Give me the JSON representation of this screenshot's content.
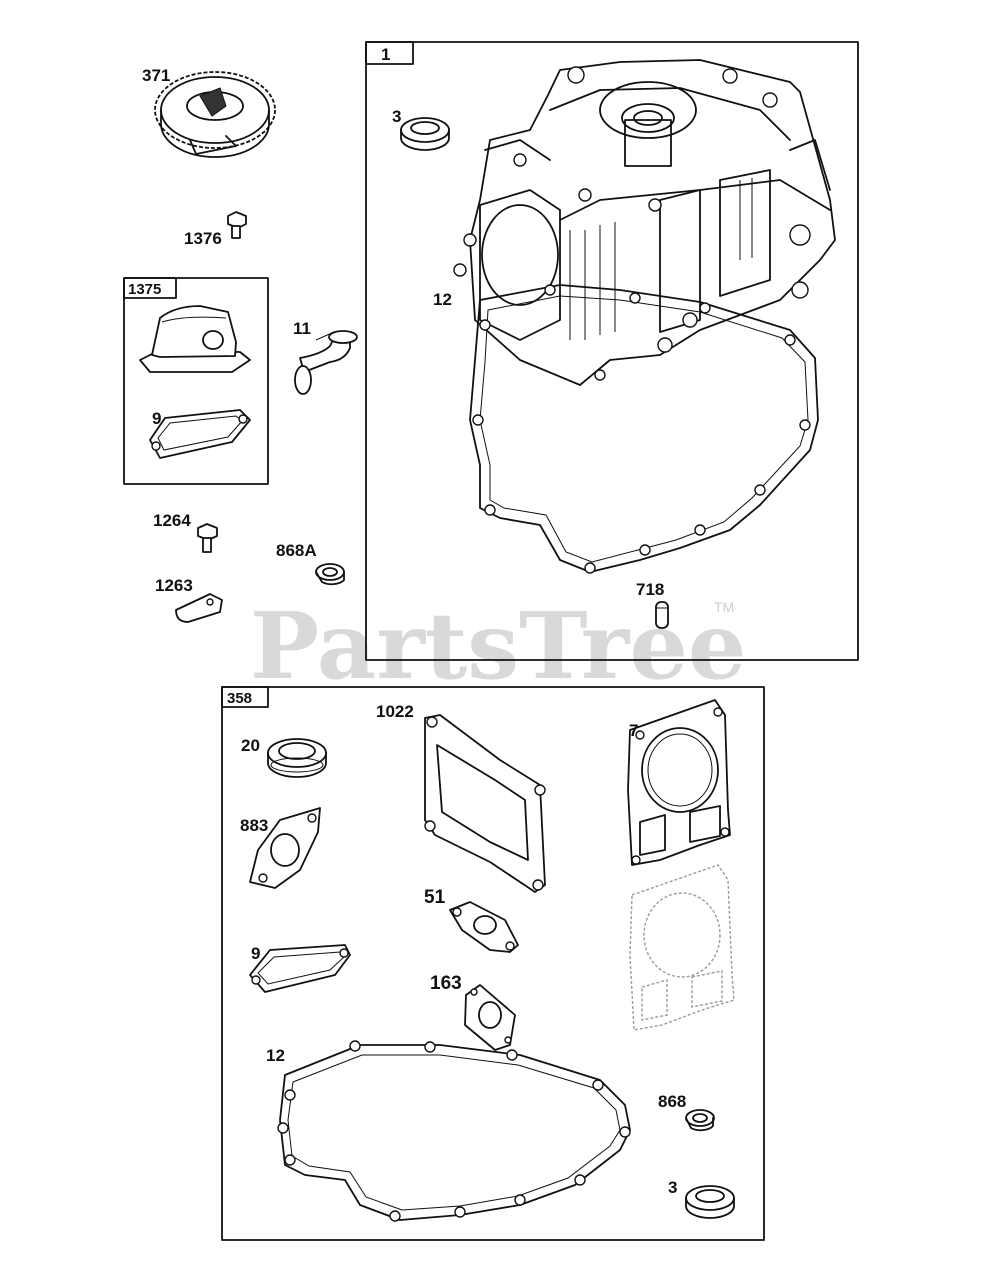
{
  "watermark": {
    "text": "PartsTree",
    "tm": "TM"
  },
  "boxes": {
    "box_1": "1",
    "box_1375": "1375",
    "box_358": "358"
  },
  "callouts": {
    "p371": "371",
    "p1376": "1376",
    "p11": "11",
    "p9_top": "9",
    "p1264": "1264",
    "p868A": "868A",
    "p1263": "1263",
    "p3_top": "3",
    "p12_top": "12",
    "p718": "718",
    "p1022": "1022",
    "p7": "7",
    "p20": "20",
    "p883": "883",
    "p51": "51",
    "p9_bottom": "9",
    "p163": "163",
    "p12_bottom": "12",
    "p868": "868",
    "p3_bottom": "3"
  }
}
